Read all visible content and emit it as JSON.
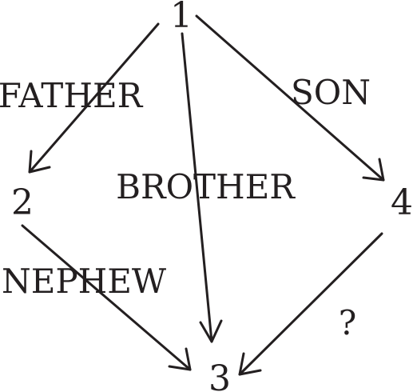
{
  "nodes": [
    {
      "id": "n1",
      "label": "1"
    },
    {
      "id": "n2",
      "label": "2"
    },
    {
      "id": "n3",
      "label": "3"
    },
    {
      "id": "n4",
      "label": "4"
    }
  ],
  "edges": [
    {
      "from": "n1",
      "to": "n2",
      "label": "FATHER"
    },
    {
      "from": "n1",
      "to": "n3",
      "label": "BROTHER"
    },
    {
      "from": "n1",
      "to": "n4",
      "label": "SON"
    },
    {
      "from": "n2",
      "to": "n3",
      "label": "NEPHEW"
    },
    {
      "from": "n4",
      "to": "n3",
      "label": "?"
    }
  ],
  "colors": {
    "ink": "#231f20",
    "background": "#ffffff"
  }
}
